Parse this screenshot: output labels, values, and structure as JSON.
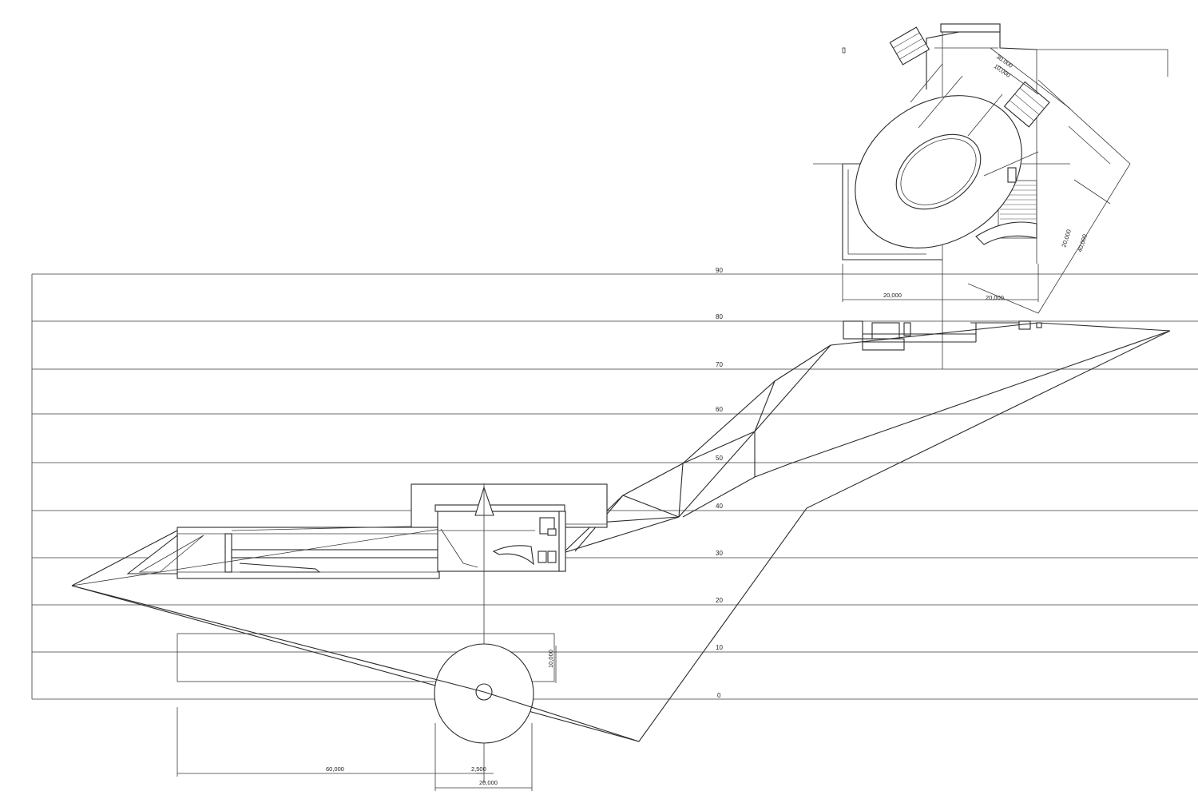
{
  "grid": {
    "labels": [
      "90",
      "80",
      "70",
      "60",
      "50",
      "40",
      "30",
      "20",
      "10",
      "0"
    ]
  },
  "dimensions": {
    "plan_width_a": "20,000",
    "plan_width_b": "20,000",
    "diag_20": "20,000",
    "diag_40": "40,000",
    "diag_30": "30,000",
    "diag_10": "10,000",
    "base_60": "60,000",
    "base_2500": "2,500",
    "base_20": "20,000",
    "vert_10": "10,000"
  },
  "colors": {
    "ink": "#2b2b2b",
    "paper": "#ffffff"
  }
}
